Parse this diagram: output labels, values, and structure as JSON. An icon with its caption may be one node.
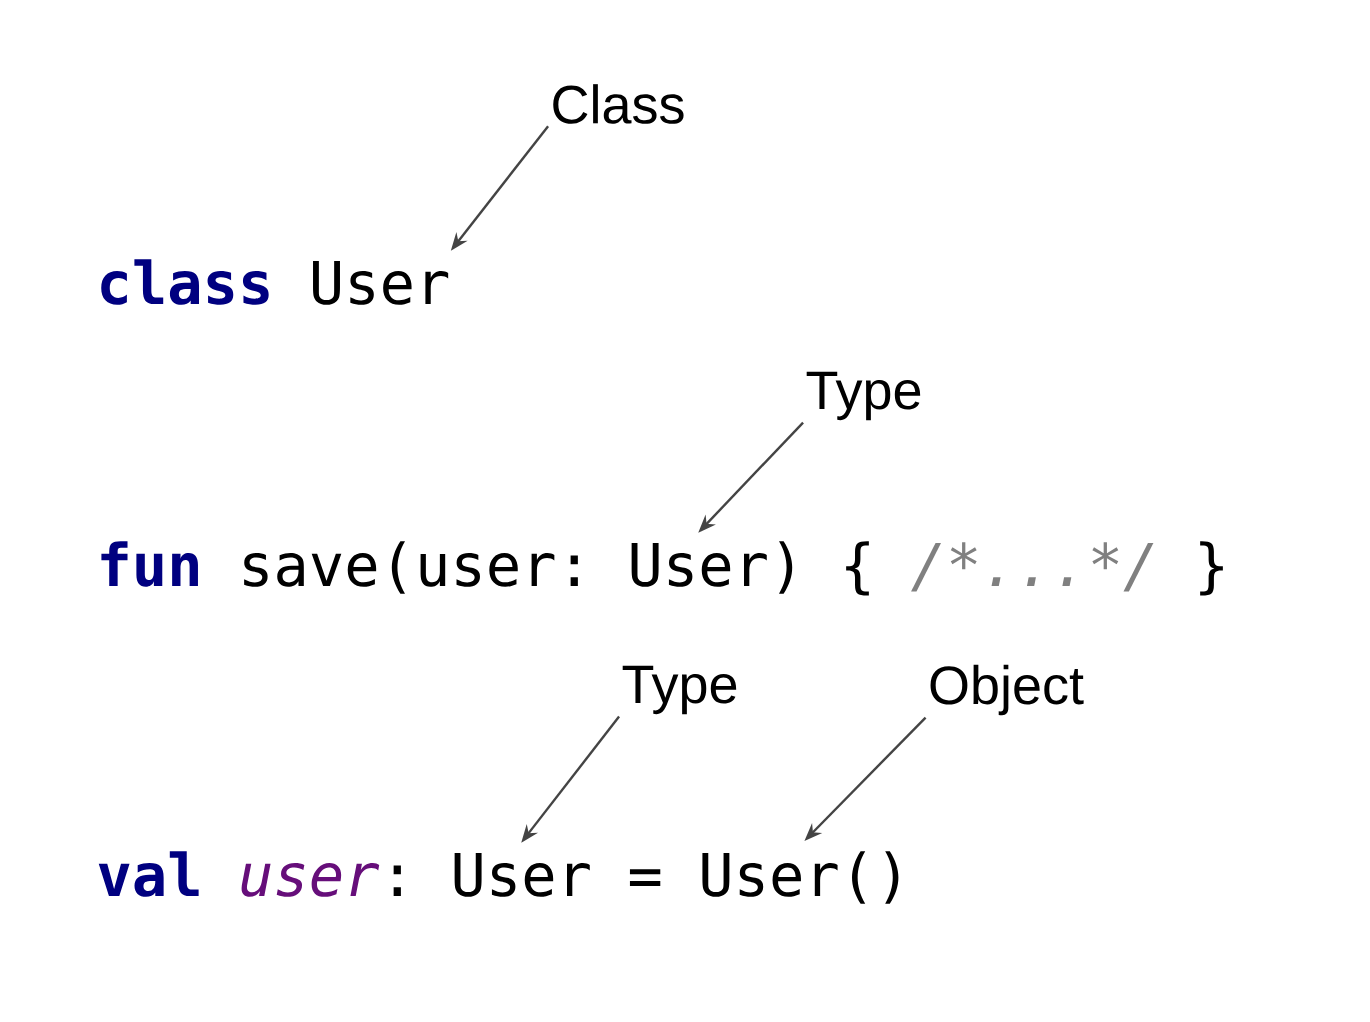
{
  "diagram": {
    "nodes": [
      {
        "text": [
          "Class"
        ]
      },
      {
        "text": [
          "User"
        ]
      },
      {
        "text": [
          "Type"
        ]
      },
      {
        "text": [
          "User"
        ]
      },
      {
        "text": [
          "Type"
        ]
      },
      {
        "text": [
          "Object"
        ]
      },
      {
        "text": [
          "User"
        ]
      },
      {
        "text": [
          "User()"
        ]
      }
    ],
    "edges": [
      {
        "from": 0,
        "to": 1,
        "arrow": "to"
      },
      {
        "from": 2,
        "to": 3,
        "arrow": "to"
      },
      {
        "from": 4,
        "to": 6,
        "arrow": "to"
      },
      {
        "from": 5,
        "to": 7,
        "arrow": "to"
      }
    ],
    "labels": [
      "class",
      "fun",
      "save(user:",
      ") {",
      "/*",
      "...",
      "*/",
      "}",
      "val",
      "user",
      ":",
      "="
    ]
  }
}
